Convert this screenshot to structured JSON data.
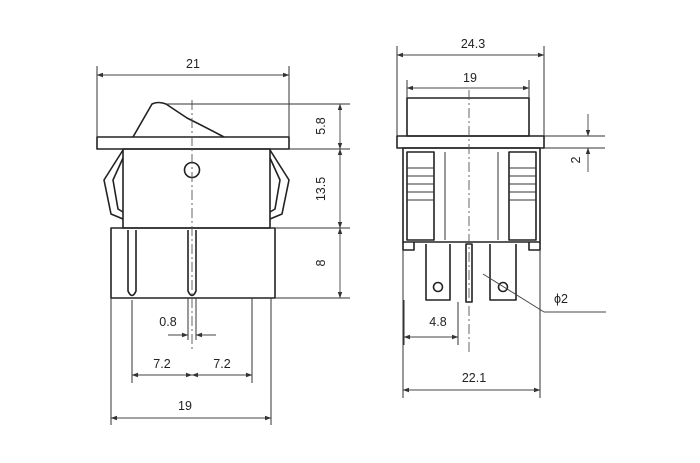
{
  "front_view": {
    "dims": {
      "overall_width": "21",
      "actuator_height": "5.8",
      "body_height": "13.5",
      "terminal_height": "8",
      "terminal_thickness": "0.8",
      "pitch_left": "7.2",
      "pitch_right": "7.2",
      "base_width": "19"
    }
  },
  "side_view": {
    "dims": {
      "overall_width": "24.3",
      "actuator_width": "19",
      "flange_thickness": "2",
      "terminal_offset": "4.8",
      "hole_diameter": "ϕ2",
      "base_width": "22.1"
    }
  },
  "colors": {
    "line": "#222222",
    "background": "#ffffff"
  }
}
